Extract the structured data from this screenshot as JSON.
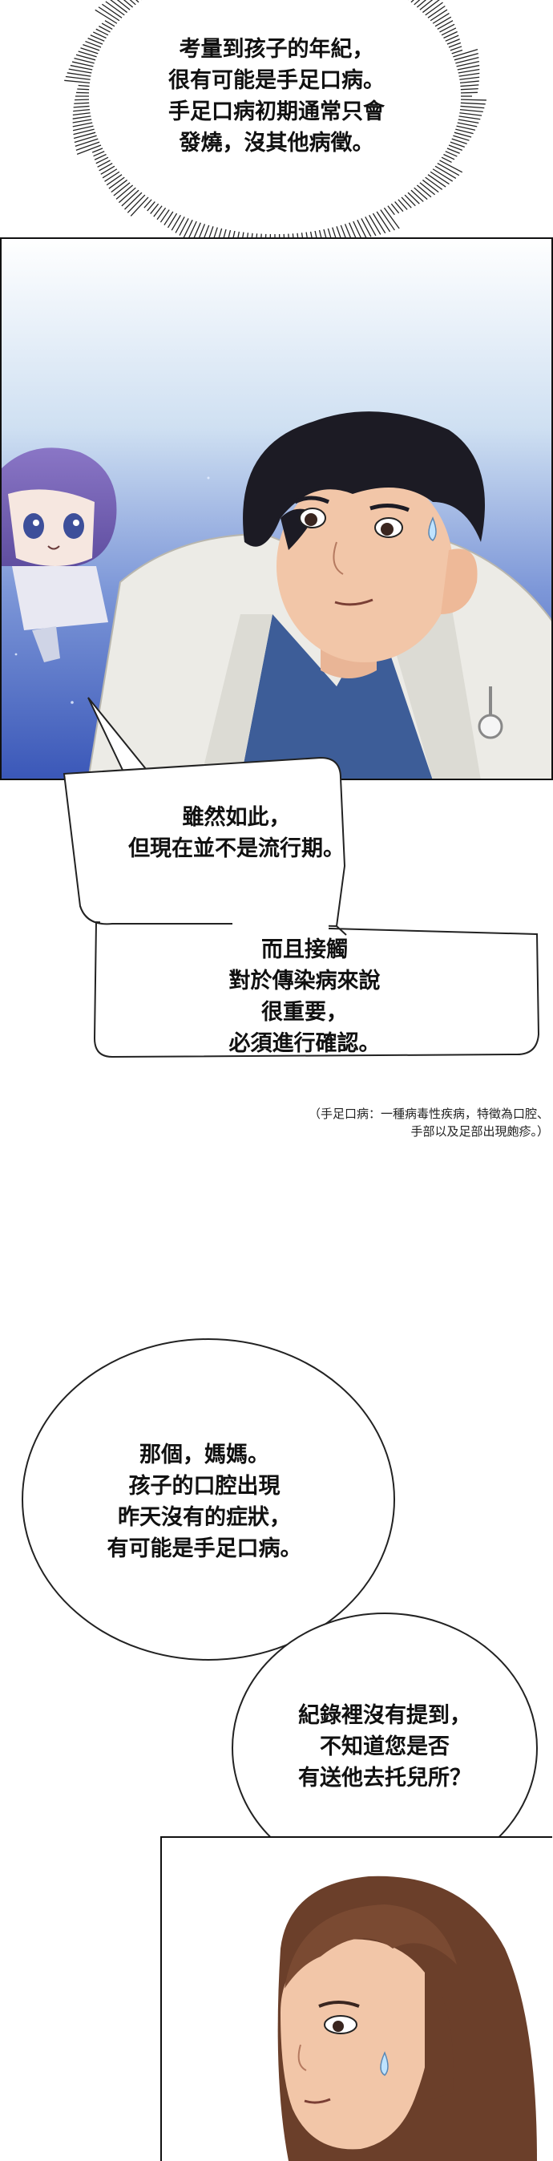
{
  "bubble_top": {
    "lines": "考量到孩子的年紀，\n很有可能是手足口病。\n手足口病初期通常只會\n發燒，沒其他病徵。"
  },
  "bubble_doctor_1": {
    "lines": "雖然如此，\n但現在並不是流行期。"
  },
  "bubble_doctor_2": {
    "lines": "而且接觸\n對於傳染病來說\n很重要，\n必須進行確認。"
  },
  "footnote": {
    "lines": "（手足口病：一種病毒性疾病，特徵為口腔、\n手部以及足部出現皰疹。）"
  },
  "bubble_round_1": {
    "lines": "那個，媽媽。\n孩子的口腔出現\n昨天沒有的症狀，\n有可能是手足口病。"
  },
  "bubble_round_2": {
    "lines": "紀錄裡沒有提到，\n不知道您是否\n有送他去托兒所？"
  },
  "colors": {
    "panel_sky_top": "#ffffff",
    "panel_sky_bottom": "#3a57b8",
    "coat": "#ecebe6",
    "shirt": "#3d5d98",
    "hair_dark": "#1c1b24",
    "skin": "#f2c6a8",
    "hair_brown": "#6b3f2a"
  }
}
